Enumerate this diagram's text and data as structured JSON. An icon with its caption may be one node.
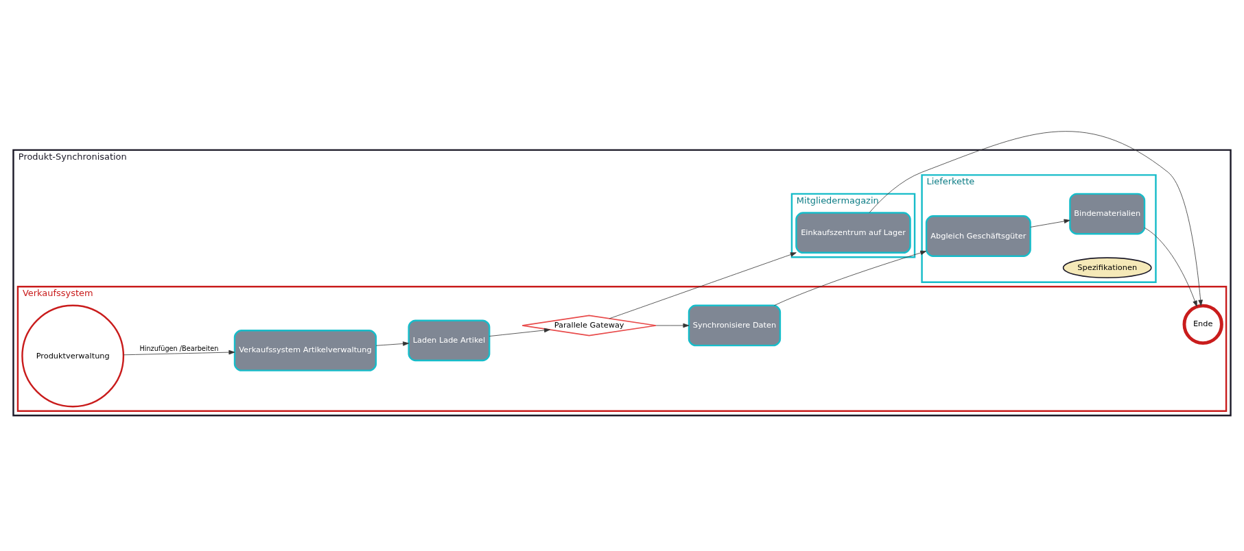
{
  "diagram": {
    "nodes": [
      {
        "text": [
          "Produkt-Synchronisation"
        ]
      },
      {
        "text": [
          "Mitgliedermagazin"
        ],
        "in": 0
      },
      {
        "text": [
          "Verkaufssystem"
        ],
        "in": 0
      },
      {
        "text": [
          "Lieferkette"
        ],
        "in": 0
      },
      {
        "text": [
          "Einkaufszentrum auf Lager"
        ],
        "in": 1
      },
      {
        "text": [
          "Produktverwaltung"
        ],
        "in": 2
      },
      {
        "text": [
          "Verkaufssystem Artikelverwaltung"
        ],
        "in": 2
      },
      {
        "text": [
          "Laden Lade Artikel"
        ],
        "in": 2
      },
      {
        "text": [
          "Parallele Gateway"
        ],
        "in": 2
      },
      {
        "text": [
          "Synchronisiere Daten"
        ],
        "in": 2
      },
      {
        "text": [
          "Ende"
        ],
        "in": 2
      },
      {
        "text": [
          "Abgleich Geschäftsgüter"
        ],
        "in": 3
      },
      {
        "text": [
          "Bindematerialien"
        ],
        "in": 3
      },
      {
        "text": [
          "Spezifikationen"
        ],
        "in": 3
      }
    ],
    "edges": [
      {
        "from": 5,
        "to": 6,
        "arrow": "to",
        "label": "Hinzufügen /Bearbeiten"
      },
      {
        "from": 6,
        "to": 7,
        "arrow": "to"
      },
      {
        "from": 7,
        "to": 8,
        "arrow": "to"
      },
      {
        "from": 8,
        "to": 9,
        "arrow": "to"
      },
      {
        "from": 8,
        "to": 4,
        "arrow": "to"
      },
      {
        "from": 4,
        "to": 10,
        "arrow": "to"
      },
      {
        "from": 9,
        "to": 11,
        "arrow": "to"
      },
      {
        "from": 11,
        "to": 12,
        "arrow": "to"
      },
      {
        "from": 12,
        "to": 10,
        "arrow": "to"
      }
    ]
  }
}
